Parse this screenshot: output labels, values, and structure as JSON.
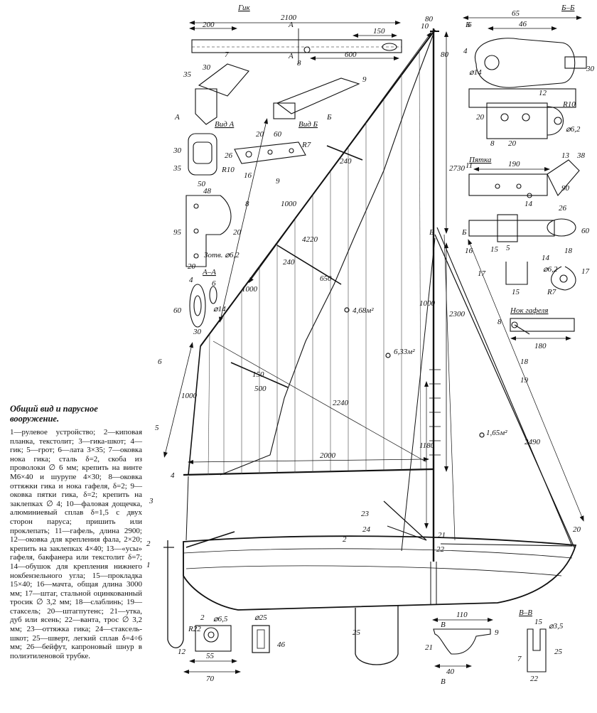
{
  "caption": {
    "title": "Общий вид и парусное вооружение.",
    "body": "1—рулевое устройство; 2—киповая планка, текстолит; 3—гика-шкот; 4—гик; 5—грот; 6—лата 3×35; 7—оковка нока гика; сталь δ=2, скоба из проволоки ∅ 6 мм; крепить на винте М6×40 и шурупе 4×30; 8—оковка оттяжки гика и нока гафеля, δ=2; 9—оковка пятки гика, δ=2; крепить на заклепках ∅ 4; 10—фаловая дощечка, алюминиевый сплав δ=1,5 с двух сторон паруса; пришить или проклепать; 11—гафель, длина 2900; 12—оковка для крепления фала, 2×20; крепить на заклепках 4×40; 13—«усы» гафеля, бакфанера или текстолит δ=7; 14—обушок для крепления нижнего нокбензельного угла; 15—прокладка 15×40; 16—мачта, общая длина 3000 мм; 17—штаг, стальной оцинкованный тросик ∅ 3,2 мм; 18—слаблинь; 19—стаксель; 20—штагпутенс; 21—утка, дуб или ясень; 22—ванта, трос ∅ 3,2 мм; 23—оттяжка гика; 24—стаксель-шкот; 25—шверт, легкий сплав δ=4÷6 мм; 26—бейфут, капроновый шнур в полиэтиленовой трубке."
  },
  "headers": {
    "gik": "Гик",
    "vid_a": "Вид А",
    "vid_b": "Вид Б",
    "a_a": "А–А",
    "b_b": "Б–Б",
    "pyatka": "Пятка",
    "nok_gafelya": "Нок гафеля",
    "v_v": "В–В"
  },
  "areas": {
    "upper": "4,68м²",
    "main": "6,33м²",
    "jib": "1,65м²"
  },
  "dims": {
    "boom_total": "2100",
    "boom_200": "200",
    "boom_150": "150",
    "boom_600": "600",
    "boom_35": "35",
    "boom_30": "30",
    "vid_a_30": "30",
    "vid_a_35": "35",
    "vid_a_50": "50",
    "vid_b_20": "20",
    "vid_b_60": "60",
    "vid_b_r7": "R7",
    "vid_b_26": "26",
    "vid_b_r10": "R10",
    "vid_b_16": "16",
    "p8_48": "48",
    "p8_95": "95",
    "p8_20a": "20",
    "p8_20b": "20",
    "p8_holes": "3отв. ⌀6,2",
    "aa_4": "4",
    "aa_6": "6",
    "aa_60": "60",
    "aa_d14": "⌀14",
    "aa_30": "30",
    "mast_80w": "80",
    "mast_80h": "80",
    "mast_2730": "2730",
    "mast_1000": "1000",
    "mast_2300": "2300",
    "mast_1180": "1180",
    "gaff_1000a": "1000",
    "gaff_1000b": "1000",
    "gaff_4220": "4220",
    "gaff_240a": "240",
    "gaff_240b": "240",
    "gaff_650": "650",
    "luff_1000": "1000",
    "sail_150": "150",
    "sail_500": "500",
    "sail_2240": "2240",
    "boom_2000": "2000",
    "jib_2490": "2490",
    "bb_65": "65",
    "bb_46": "46",
    "bb_6": "6",
    "bb_4": "4",
    "bb_d14": "⌀14",
    "bb_30": "30",
    "p12_20a": "20",
    "p12_8": "8",
    "p12_20b": "20",
    "p12_r10": "R10",
    "p12_d62": "⌀6,2",
    "py_190": "190",
    "py_38": "38",
    "py_90": "90",
    "p26_60": "60",
    "p15_5": "5",
    "p14_18": "18",
    "p14_d62": "⌀6,2",
    "p14_15": "15",
    "p14_r7": "R7",
    "p14_17": "17",
    "nok_180": "180",
    "cl_110": "110",
    "cl_9": "9",
    "cl_40": "40",
    "vv_15": "15",
    "vv_d35": "⌀3,5",
    "vv_22": "22",
    "vv_25": "25",
    "vv_7": "7",
    "fl_d65": "⌀6,5",
    "fl_r22": "R22",
    "fl_55": "55",
    "fl_70": "70",
    "fl_12": "12",
    "fl_d25": "⌀25",
    "fl_46": "46"
  },
  "labels": {
    "n1": "1",
    "n2": "2",
    "n2b": "2",
    "n2c": "2",
    "n3": "3",
    "n4": "4",
    "n5": "5",
    "n6": "6",
    "n7": "7",
    "n8a": "8",
    "n8b": "8",
    "n8c": "8",
    "n9a": "9",
    "n9b": "9",
    "n10": "10",
    "n11": "11",
    "n12": "12",
    "n13": "13",
    "n14": "14",
    "n14b": "14",
    "n15": "15",
    "n16": "16",
    "n17": "17",
    "n18": "18",
    "n19": "19",
    "n20": "20",
    "n21": "21",
    "n21b": "21",
    "n22": "22",
    "n23": "23",
    "n24": "24",
    "n25": "25",
    "n26": "26",
    "la": "А",
    "la2": "А",
    "la3": "А",
    "lb": "Б",
    "lb2": "Б",
    "lb3": "Б",
    "lb4": "Б",
    "lv1": "В",
    "lv2": "В"
  }
}
